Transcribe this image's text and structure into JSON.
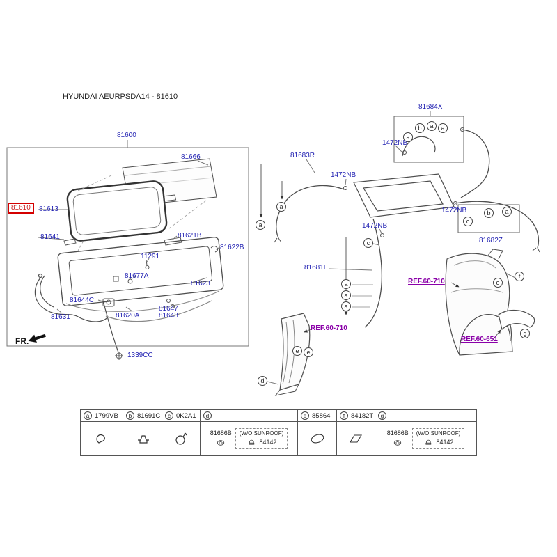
{
  "title": "HYUNDAI AEURPSDA14 - 81610",
  "fr": "FR.",
  "parts": {
    "p81600": "81600",
    "p81666": "81666",
    "p81610": "81610",
    "p81613": "81613",
    "p81641": "81641",
    "p81621B": "81621B",
    "p81622B": "81622B",
    "p11291": "11291",
    "p81677A": "81677A",
    "p81623": "81623",
    "p81644C": "81644C",
    "p81631": "81631",
    "p81620A": "81620A",
    "p81647": "81647",
    "p81648": "81648",
    "p1339CC": "1339CC",
    "p81684X": "81684X",
    "p81683R": "81683R",
    "p81681L": "81681L",
    "p81682Z": "81682Z",
    "p1472NB_a": "1472NB",
    "p1472NB_b": "1472NB",
    "p1472NB_c": "1472NB",
    "p1472NB_d": "1472NB"
  },
  "refs": {
    "ref_710_a": "REF.60-710",
    "ref_710_b": "REF.60-710",
    "ref_651": "REF.60-651"
  },
  "callouts": {
    "c1": "a",
    "c2": "b",
    "c3": "a",
    "c4": "a",
    "c5": "a",
    "c6": "a",
    "c7": "c",
    "c8": "a",
    "c9": "a",
    "c10": "a",
    "c11": "c",
    "c12": "b",
    "c13": "a",
    "c14": "d",
    "c15": "e",
    "c16": "e",
    "c17": "e",
    "c18": "f",
    "c19": "g"
  },
  "legend": {
    "cells": [
      {
        "letter": "a",
        "part": "1799VB"
      },
      {
        "letter": "b",
        "part": "81691C"
      },
      {
        "letter": "c",
        "part": "0K2A1"
      },
      {
        "letter": "d",
        "part": "81686B",
        "sub_note": "(W/O SUNROOF)",
        "sub_part": "84142"
      },
      {
        "letter": "e",
        "part": "85864"
      },
      {
        "letter": "f",
        "part": "84182T"
      },
      {
        "letter": "g",
        "part": "81686B",
        "sub_note": "(W/O SUNROOF)",
        "sub_part": "84142"
      }
    ]
  },
  "colors": {
    "part_link": "#2121b2",
    "highlight": "#d40000",
    "ref_link": "#8a00a8"
  }
}
